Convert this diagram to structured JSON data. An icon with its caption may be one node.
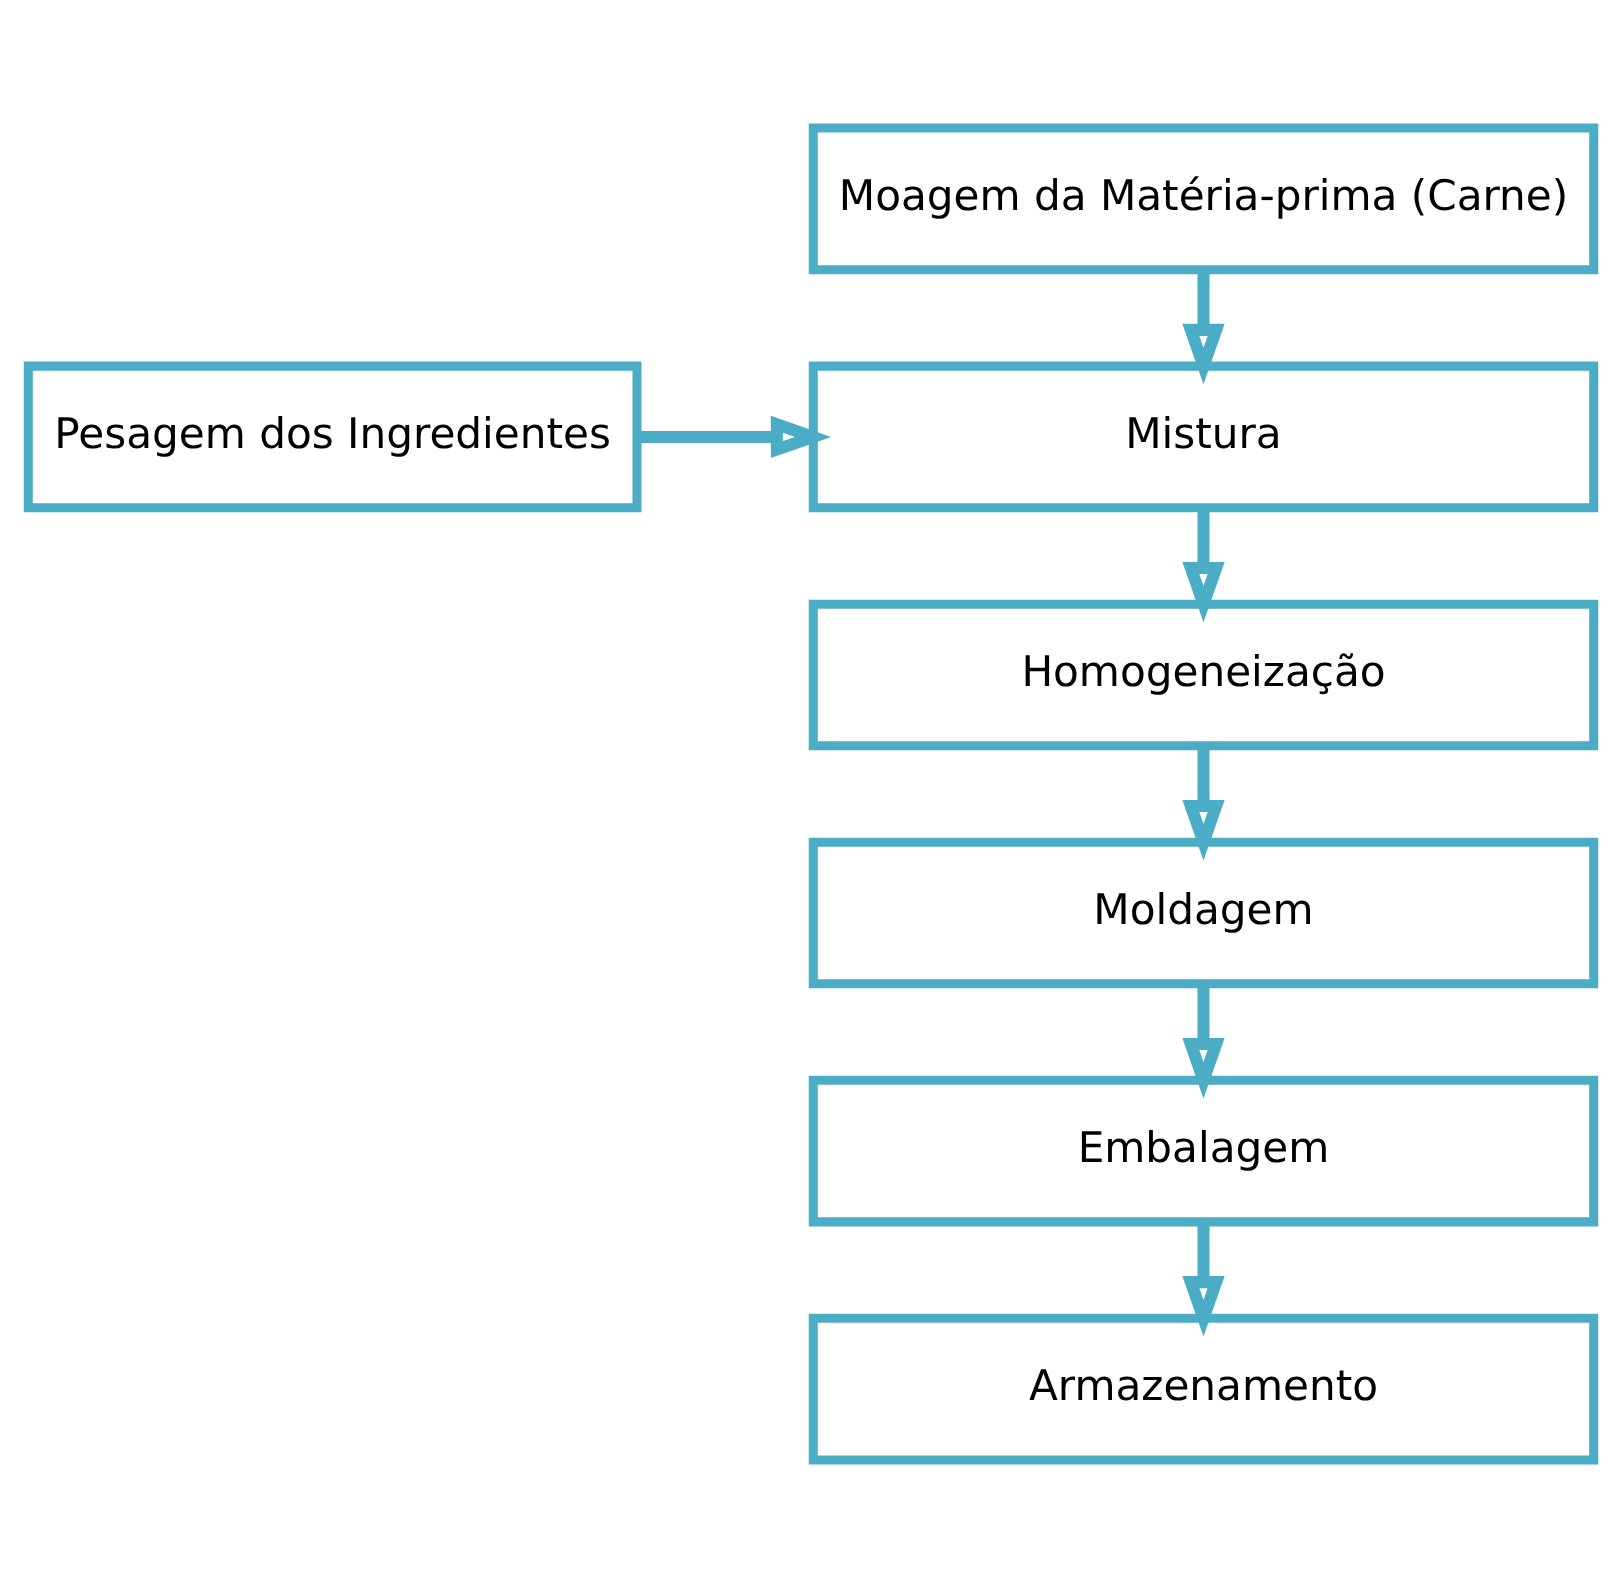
{
  "diagram": {
    "nodes": [
      {
        "text": [
          "Moagem da Matéria-prima (Carne)"
        ]
      },
      {
        "text": [
          "Mistura"
        ]
      },
      {
        "text": [
          "Pesagem dos Ingredientes"
        ]
      },
      {
        "text": [
          "Homogeneização"
        ]
      },
      {
        "text": [
          "Moldagem"
        ]
      },
      {
        "text": [
          "Embalagem"
        ]
      },
      {
        "text": [
          "Armazenamento"
        ]
      }
    ],
    "edges": [
      {
        "from": 0,
        "to": 1,
        "arrow": "to"
      },
      {
        "from": 2,
        "to": 1,
        "arrow": "to"
      },
      {
        "from": 1,
        "to": 3,
        "arrow": "to"
      },
      {
        "from": 3,
        "to": 4,
        "arrow": "to"
      },
      {
        "from": 4,
        "to": 5,
        "arrow": "to"
      },
      {
        "from": 5,
        "to": 6,
        "arrow": "to"
      }
    ]
  }
}
